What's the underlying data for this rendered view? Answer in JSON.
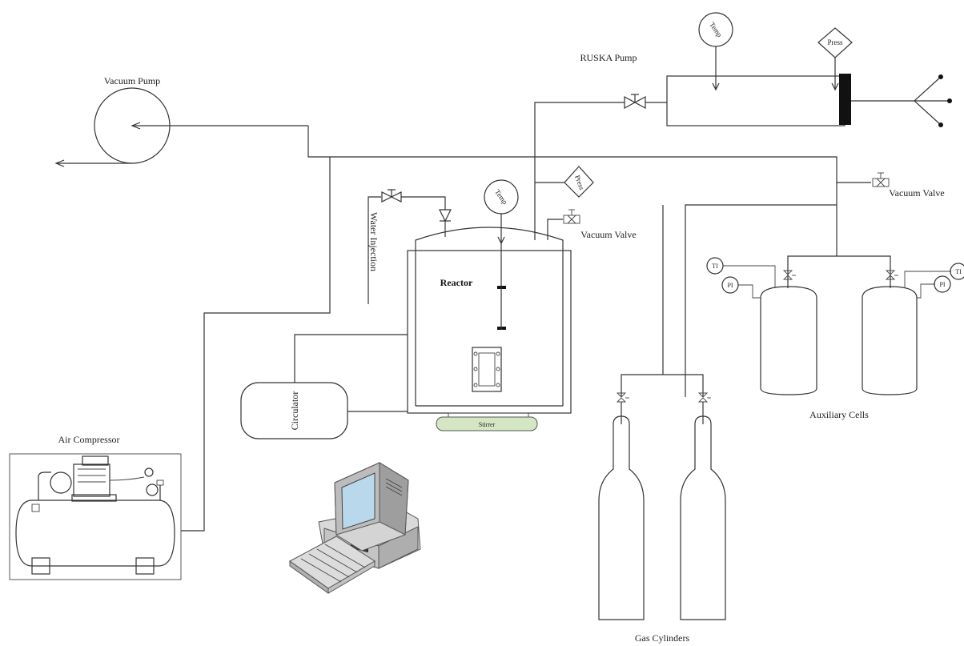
{
  "labels": {
    "vacuum_pump": "Vacuum Pump",
    "ruska_pump": "RUSKA Pump",
    "temp": "Temp",
    "press": "Press",
    "vacuum_valve": "Vacuum Valve",
    "water_injection": "Water Injection",
    "reactor": "Reactor",
    "circulator": "Circulator",
    "stirrer": "Stirrer",
    "air_compressor": "Air Compressor",
    "auxiliary_cells": "Auxiliary Cells",
    "gas_cylinders": "Gas Cylinders",
    "ti": "TI",
    "pi": "PI"
  }
}
